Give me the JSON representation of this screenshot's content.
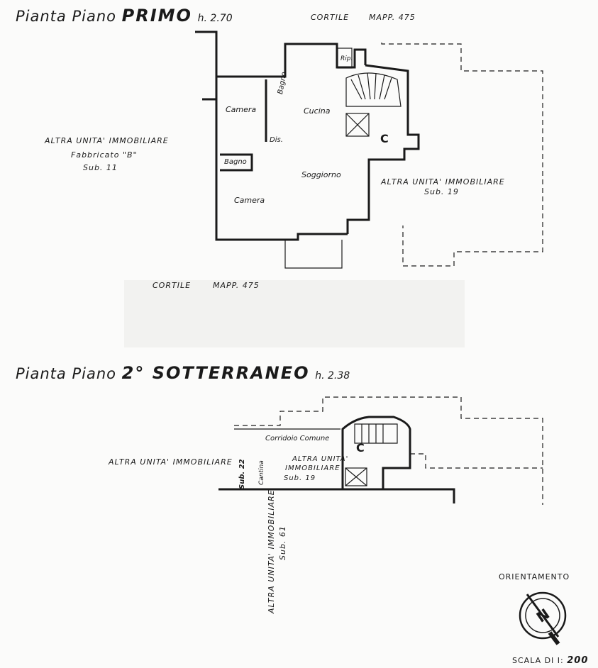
{
  "plan_primo": {
    "title_prefix": "Pianta Piano",
    "title_main": "PRIMO",
    "title_height": "h. 2.70",
    "cortile_top": "CORTILE",
    "mapp_top": "MAPP. 475",
    "cortile_bottom": "CORTILE",
    "mapp_bottom": "MAPP. 475",
    "left_unit_line1": "ALTRA UNITA' IMMOBILIARE",
    "left_unit_line2": "Fabbricato \"B\"",
    "left_unit_line3": "Sub. 11",
    "right_unit_line1": "ALTRA UNITA' IMMOBILIARE",
    "right_unit_line2": "Sub. 19",
    "rooms": {
      "rip": "Rip.",
      "camera_top": "Camera",
      "bagno_top": "Bagno",
      "cucina": "Cucina",
      "dis": "Dis.",
      "c": "C",
      "bagno_bottom": "Bagno",
      "soggiorno": "Soggiorno",
      "camera_bottom": "Camera"
    }
  },
  "plan_sotterraneo": {
    "title_prefix": "Pianta Piano",
    "title_main": "2° SOTTERRANEO",
    "title_height": "h. 2.38",
    "left_unit": "ALTRA UNITA' IMMOBILIARE",
    "sub22": "Sub. 22",
    "cantina": "Cantina",
    "corridoio": "Corridoio Comune",
    "unit_sub19_line1": "ALTRA UNITA'",
    "unit_sub19_line2": "IMMOBILIARE",
    "unit_sub19_line3": "Sub. 19",
    "c": "C",
    "vertical_line1": "ALTRA UNITA' IMMOBILIARE",
    "vertical_line2": "Sub. 61"
  },
  "legend": {
    "orientamento": "ORIENTAMENTO",
    "north": "N",
    "scale_label": "SCALA DI I:",
    "scale_value": "200"
  }
}
